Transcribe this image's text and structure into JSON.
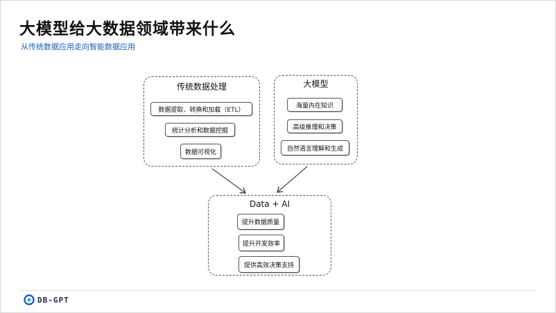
{
  "page": {
    "title": "大模型给大数据领域带来什么",
    "subtitle": "从传统数据应用走向智能数据应用"
  },
  "diagram": {
    "traditional": {
      "title": "传统数据处理",
      "items": [
        "数据提取、转换和加载（ETL）",
        "统计分析和数据挖掘",
        "数据可视化"
      ]
    },
    "llm": {
      "title": "大模型",
      "items": [
        "海量内在知识",
        "高级推理和决策",
        "自然语言理解和生成"
      ]
    },
    "data_ai": {
      "title": "Data + AI",
      "items": [
        "提升数据质量",
        "提升开发效率",
        "提供高效决策支持"
      ]
    }
  },
  "footer": {
    "logo_text": "DB-GPT",
    "logo_icon": "db-gpt-logo-icon",
    "accent_color": "#1f5fbf"
  }
}
